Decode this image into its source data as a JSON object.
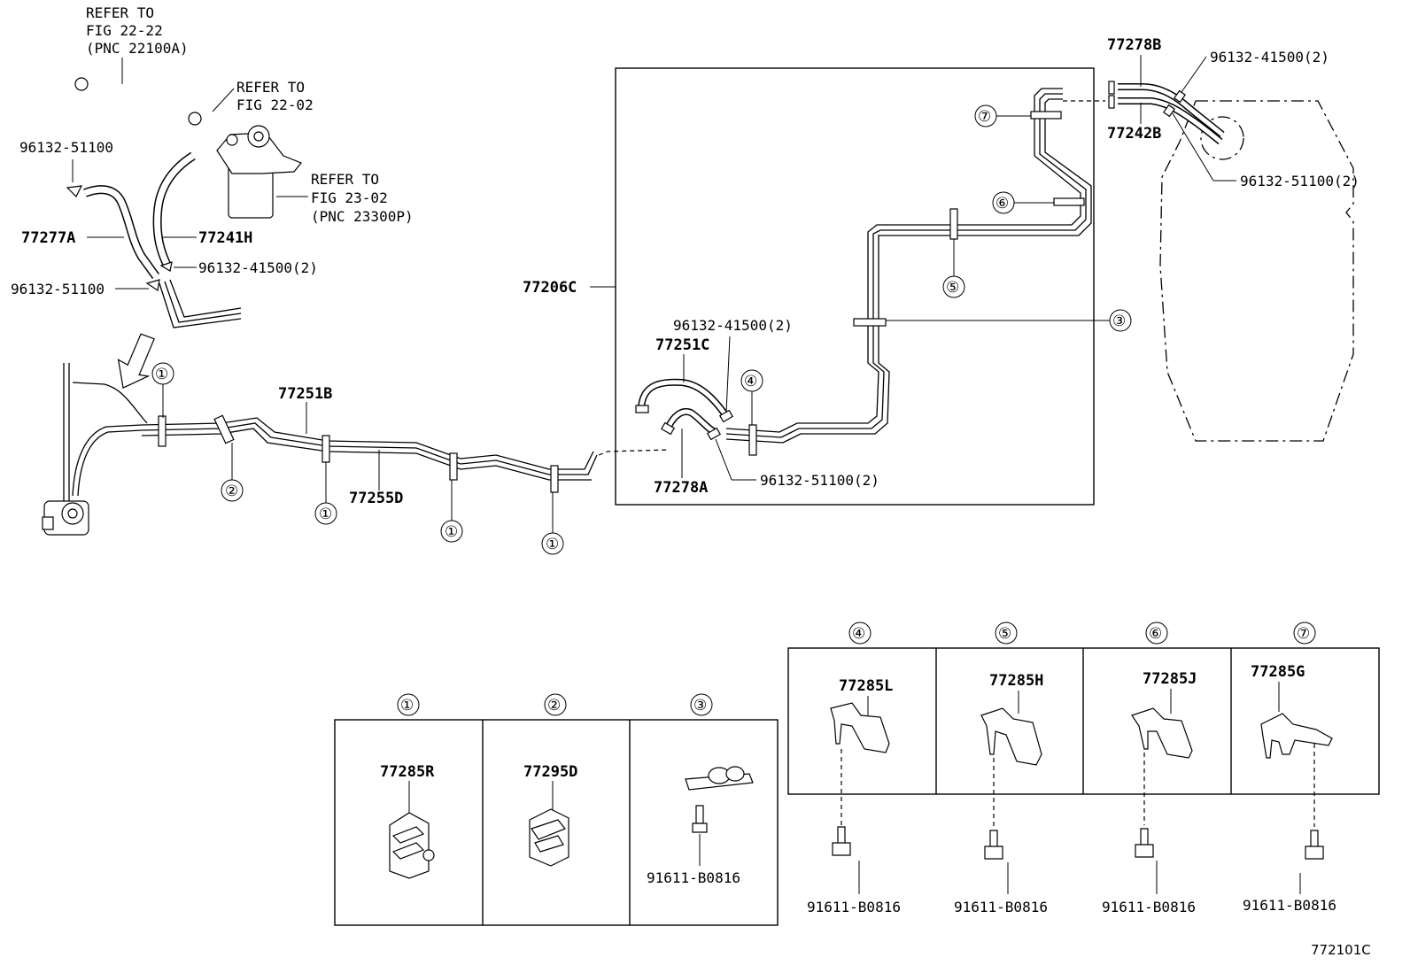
{
  "refs": {
    "fig_22_22": {
      "line1": "REFER TO",
      "line2": "FIG 22-22",
      "line3": "(PNC 22100A)"
    },
    "fig_22_02": {
      "line1": "REFER TO",
      "line2": "FIG 22-02"
    },
    "fig_23_02": {
      "line1": "REFER TO",
      "line2": "FIG 23-02",
      "line3": "(PNC 23300P)"
    }
  },
  "parts": {
    "p77277A": "77277A",
    "p77241H": "77241H",
    "p96132_51100_a": "96132-51100",
    "p96132_51100_b": "96132-51100",
    "p96132_41500_a": "96132-41500(2)",
    "p77251B": "77251B",
    "p77255D": "77255D",
    "p77206C": "77206C",
    "p96132_41500_b": "96132-41500(2)",
    "p77251C": "77251C",
    "p77278A": "77278A",
    "p96132_51100_c": "96132-51100(2)",
    "p77278B": "77278B",
    "p77242B": "77242B",
    "p96132_41500_c": "96132-41500(2)",
    "p96132_51100_d": "96132-51100(2)"
  },
  "callouts": {
    "c1": "①",
    "c2": "②",
    "c3": "③",
    "c4": "④",
    "c5": "⑤",
    "c6": "⑥",
    "c7": "⑦"
  },
  "clamps": {
    "k1": {
      "marker": "①",
      "part": "77285R"
    },
    "k2": {
      "marker": "②",
      "part": "77295D"
    },
    "k3": {
      "marker": "③",
      "bolt": "91611-B0816"
    },
    "k4": {
      "marker": "④",
      "part": "77285L",
      "bolt": "91611-B0816"
    },
    "k5": {
      "marker": "⑤",
      "part": "77285H",
      "bolt": "91611-B0816"
    },
    "k6": {
      "marker": "⑥",
      "part": "77285J",
      "bolt": "91611-B0816"
    },
    "k7": {
      "marker": "⑦",
      "part": "77285G",
      "bolt": "91611-B0816"
    }
  },
  "figure_id": "772101C"
}
